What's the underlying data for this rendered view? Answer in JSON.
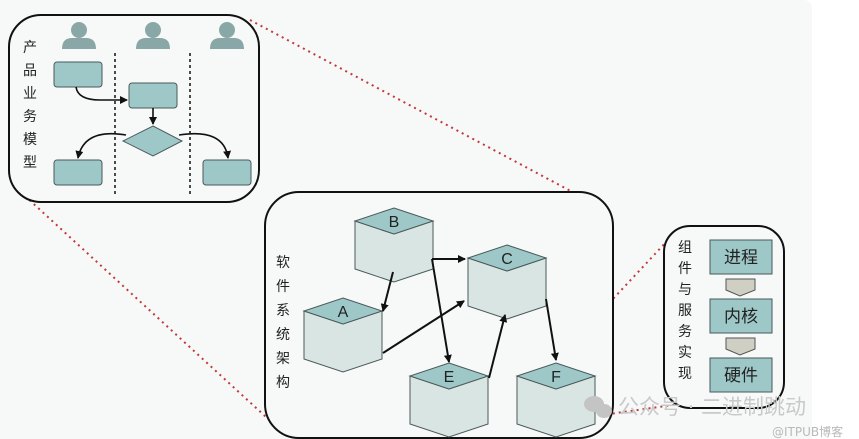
{
  "panels": {
    "business": {
      "label_chars": [
        "产",
        "品",
        "业",
        "务",
        "模",
        "型"
      ],
      "actor_icons": [
        "person-icon",
        "person-icon",
        "person-icon"
      ]
    },
    "architecture": {
      "label_chars": [
        "软",
        "件",
        "系",
        "统",
        "架",
        "构"
      ],
      "nodes": [
        "A",
        "B",
        "C",
        "E",
        "F"
      ]
    },
    "implementation": {
      "label_chars": [
        "组",
        "件",
        "与",
        "服",
        "务",
        "实",
        "现"
      ],
      "layers": [
        "进程",
        "内核",
        "硬件"
      ]
    }
  },
  "colors": {
    "teal": "#9ec8c8",
    "light": "#d9e5e2",
    "stroke": "#4a5a5a",
    "actor": "#8aa7a7",
    "zoom_line": "#c0393b",
    "chevron": "#cfcfc4"
  },
  "watermark": {
    "text": "公众号 · 二进制跳动",
    "source": "@ITPUB博客"
  }
}
